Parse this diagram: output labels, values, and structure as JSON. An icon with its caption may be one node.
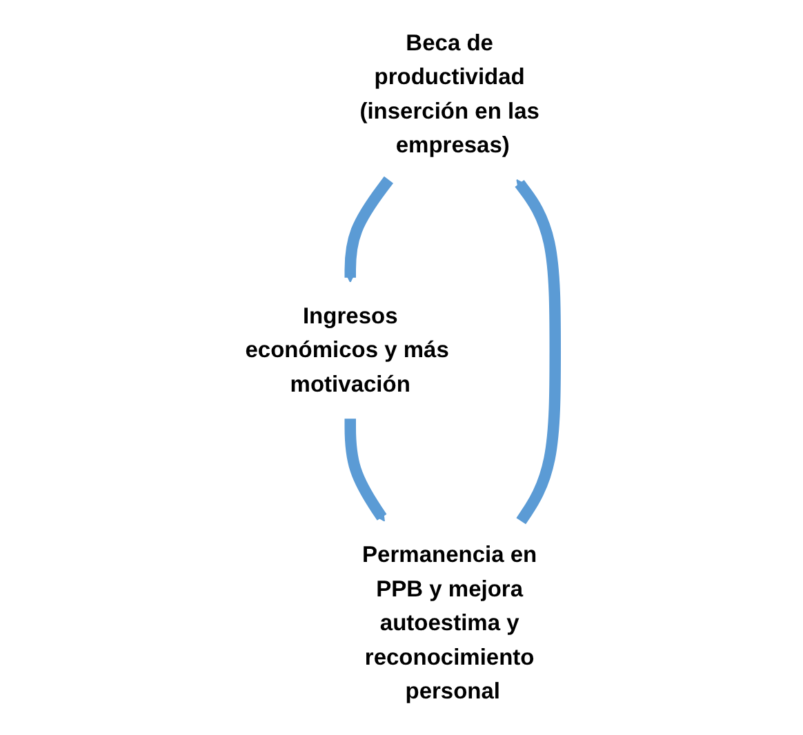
{
  "diagram": {
    "nodes": [
      {
        "text": [
          "Beca de productividad (inserción en las empresas)"
        ]
      },
      {
        "text": [
          "Ingresos",
          "económicos y más motivación"
        ]
      },
      {
        "text": [
          "Permanencia en PPB y mejora autoestima y reconocimiento personal"
        ]
      }
    ],
    "edges": [
      {
        "from": 0,
        "to": 1,
        "arrow": "to"
      },
      {
        "from": 1,
        "to": 2,
        "arrow": "to"
      },
      {
        "from": 2,
        "to": 0,
        "arrow": "to"
      }
    ]
  }
}
